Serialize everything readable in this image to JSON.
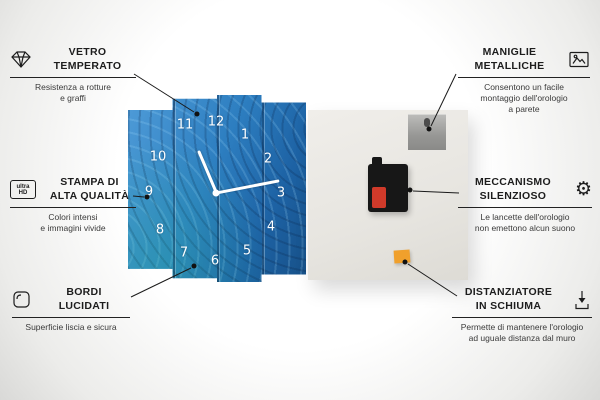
{
  "colors": {
    "clock_blue": "#2d7ec0",
    "mechanism_red": "#d03a2a",
    "foam_orange": "#f0a02c"
  },
  "clock": {
    "numbers": [
      "11",
      "12",
      "1",
      "2",
      "3",
      "4",
      "5",
      "6",
      "7",
      "8",
      "9",
      "10"
    ]
  },
  "icons": {
    "gear_glyph": "⚙",
    "ultra_hd_text": "ultra\nHD"
  },
  "callouts": [
    {
      "id": "vetro",
      "title": "VETRO\nTEMPERATO",
      "subtitle": "Resistenza a rotture\ne graffi",
      "icon": "diamond-icon"
    },
    {
      "id": "stampa",
      "title": "STAMPA DI\nALTA QUALITÀ",
      "subtitle": "Colori intensi\ne immagini vivide",
      "icon": "ultra-hd-icon"
    },
    {
      "id": "bordi",
      "title": "BORDI\nLUCIDATI",
      "subtitle": "Superficie liscia e sicura",
      "icon": "rounded-edge-icon"
    },
    {
      "id": "maniglie",
      "title": "MANIGLIE\nMETALLICHE",
      "subtitle": "Consentono un facile\nmontaggio dell'orologio\na parete",
      "icon": "picture-frame-icon"
    },
    {
      "id": "meccanismo",
      "title": "MECCANISMO\nSILENZIOSO",
      "subtitle": "Le lancette dell'orologio\nnon emettono alcun suono",
      "icon": "gear-icon"
    },
    {
      "id": "distanziatore",
      "title": "DISTANZIATORE\nIN SCHIUMA",
      "subtitle": "Permette di mantenere l'orologio\nad uguale distanza dal muro",
      "icon": "spacer-arrow-icon"
    }
  ]
}
